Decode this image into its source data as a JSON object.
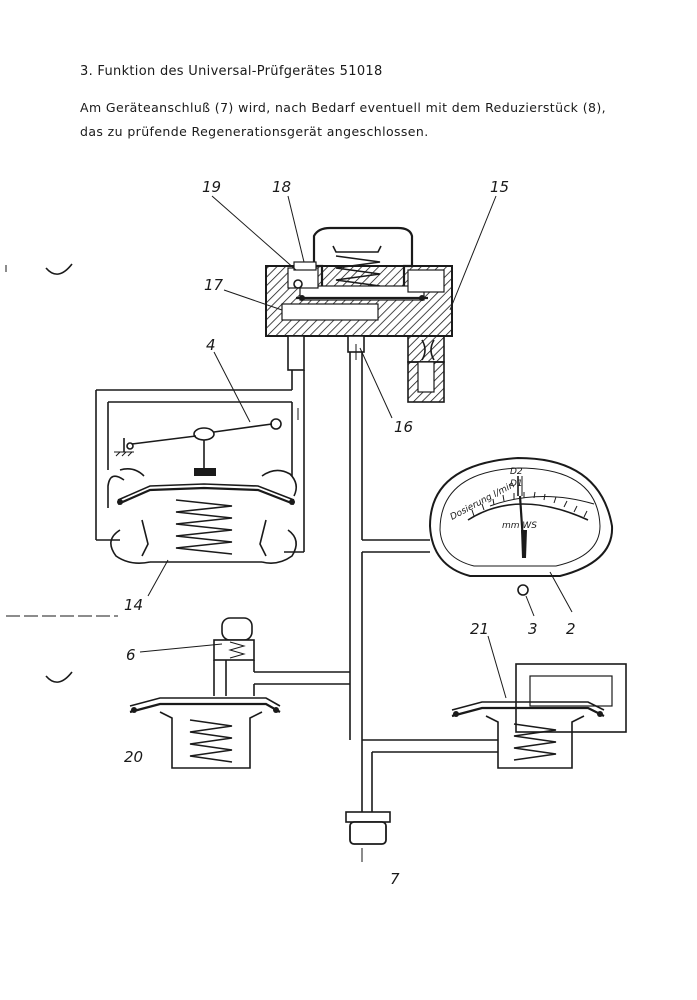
{
  "heading": "3. Funktion des Universal-Prüfgerätes 51018",
  "paragraph": [
    "Am Geräteanschluß (7) wird, nach Bedarf eventuell mit dem Reduzierstück (8),",
    "das zu prüfende Regenerationsgerät angeschlossen."
  ],
  "gauge": {
    "scale_label": "Dosierung l/min",
    "unit": "mm WS",
    "marks": [
      "D2",
      "D1"
    ]
  },
  "labels": {
    "l19": "19",
    "l18": "18",
    "l15": "15",
    "l17": "17",
    "l4": "4",
    "l16": "16",
    "l14": "14",
    "l6": "6",
    "l20": "20",
    "l21": "21",
    "l3": "3",
    "l2": "2",
    "l7": "7"
  }
}
